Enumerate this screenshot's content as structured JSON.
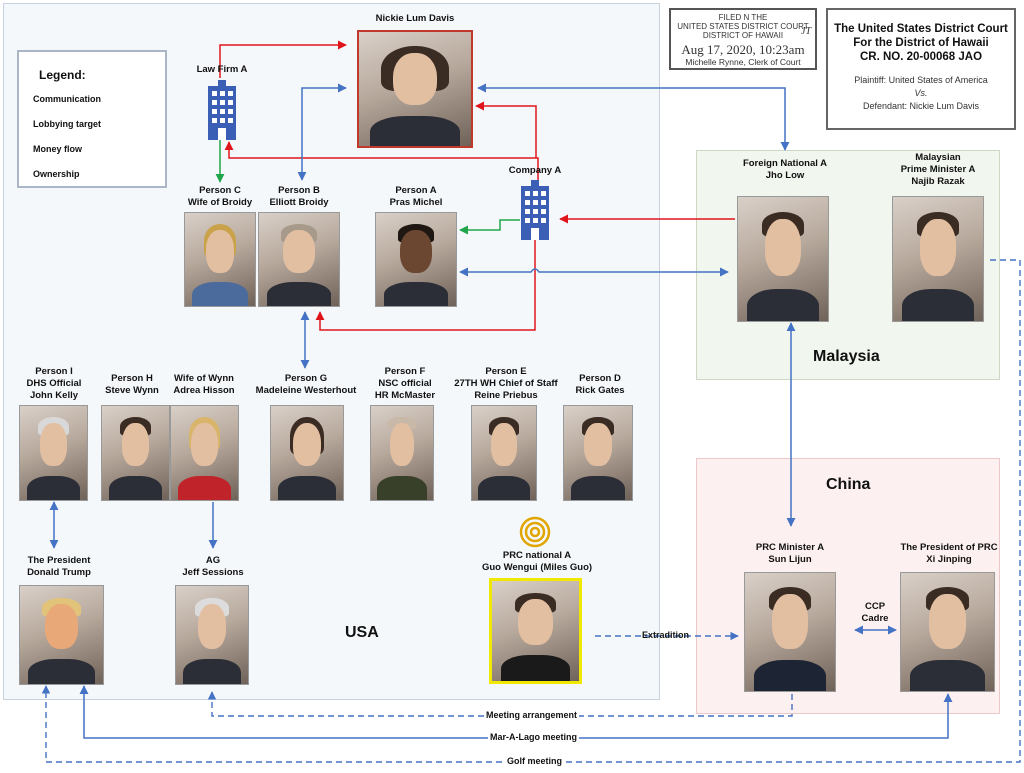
{
  "colors": {
    "communication": "#4472c4",
    "money": "#e0151b",
    "ownership": "#1fa64a",
    "usa_bg": "#f5f8fb",
    "malaysia_bg": "#f1f6ee",
    "china_bg": "#fdf0f0"
  },
  "legend": {
    "title": "Legend:",
    "items": [
      {
        "label": "Communication",
        "style": "solid-blue"
      },
      {
        "label": "Lobbying target",
        "style": "dashed-blue"
      },
      {
        "label": "Money flow",
        "style": "solid-red"
      },
      {
        "label": "Ownership",
        "style": "solid-green"
      }
    ]
  },
  "stamp": {
    "line1": "FILED  N THE",
    "line2": "UNITED STATES DISTRICT COURT",
    "line3": "DISTRICT OF HAWAII",
    "date": "Aug 17, 2020, 10:23am",
    "clerk": "Michelle Rynne, Clerk of Court",
    "initials": "JT"
  },
  "court": {
    "line1": "The United States District Court",
    "line2": "For the District of Hawaii",
    "line3": "CR. NO. 20-00068 JAO",
    "plaintiff": "Plaintiff: United States of America",
    "vs": "Vs.",
    "defendant": "Defendant: Nickie Lum Davis"
  },
  "regions": {
    "usa": "USA",
    "malaysia": "Malaysia",
    "china": "China"
  },
  "nodes": {
    "nickie": {
      "lines": [
        "Nickie Lum Davis"
      ]
    },
    "lawfirm": {
      "lines": [
        "Law Firm A"
      ]
    },
    "companyA": {
      "lines": [
        "Company A"
      ]
    },
    "personC": {
      "lines": [
        "Person C",
        "Wife of Broidy"
      ]
    },
    "personB": {
      "lines": [
        "Person B",
        "Elliott Broidy"
      ]
    },
    "personA": {
      "lines": [
        "Person A",
        "Pras Michel"
      ]
    },
    "jholow": {
      "lines": [
        "Foreign National A",
        "Jho Low"
      ]
    },
    "najib": {
      "lines": [
        "Malaysian",
        "Prime Minister A",
        "Najib Razak"
      ]
    },
    "personI": {
      "lines": [
        "Person I",
        "DHS Official",
        "John Kelly"
      ]
    },
    "personH": {
      "lines": [
        "Person H",
        "Steve Wynn"
      ]
    },
    "wynnwife": {
      "lines": [
        "Wife of Wynn",
        "Adrea Hisson"
      ]
    },
    "personG": {
      "lines": [
        "Person G",
        "Madeleine Westerhout"
      ]
    },
    "personF": {
      "lines": [
        "Person F",
        "NSC official",
        "HR McMaster"
      ]
    },
    "personE": {
      "lines": [
        "Person E",
        "27TH WH Chief of Staff",
        "Reine Priebus"
      ]
    },
    "personD": {
      "lines": [
        "Person D",
        "Rick Gates"
      ]
    },
    "trump": {
      "lines": [
        "The President",
        "Donald Trump"
      ]
    },
    "sessions": {
      "lines": [
        "AG",
        "Jeff Sessions"
      ]
    },
    "guo": {
      "lines": [
        "PRC national A",
        "Guo Wengui (Miles Guo)"
      ]
    },
    "sunlijun": {
      "lines": [
        "PRC Minister A",
        "Sun Lijun"
      ]
    },
    "xi": {
      "lines": [
        "The President of PRC",
        "Xi Jinping"
      ]
    }
  },
  "edge_labels": {
    "extradition": "Extradition",
    "ccp1": "CCP",
    "ccp2": "Cadre",
    "meeting": "Meeting arrangement",
    "maralago": "Mar-A-Lago meeting",
    "golf": "Golf meeting"
  }
}
